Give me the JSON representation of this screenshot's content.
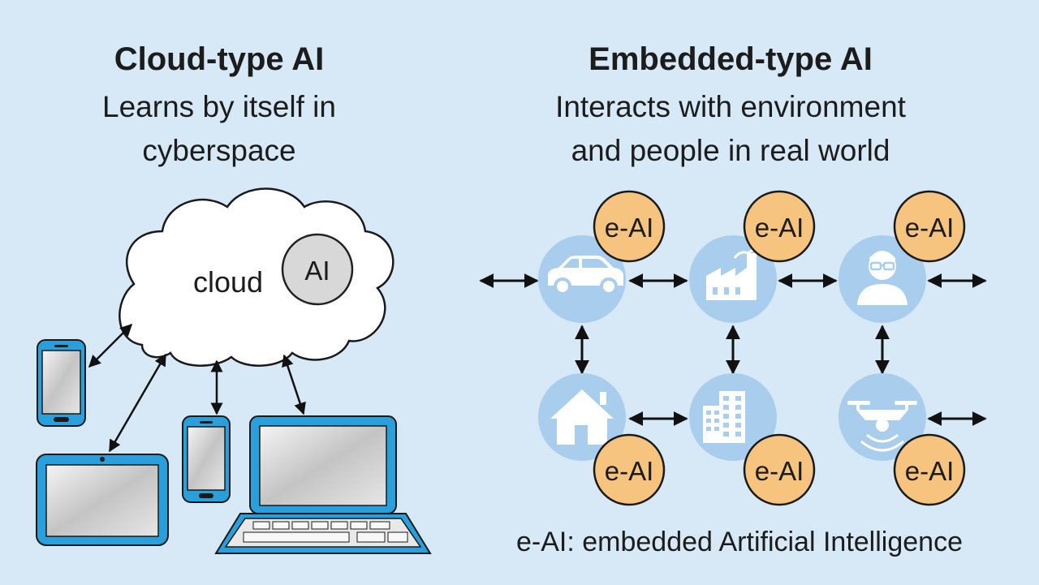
{
  "left_panel": {
    "title": "Cloud-type AI",
    "subtitle_line1": "Learns by itself in",
    "subtitle_line2": "cyberspace",
    "cloud_label": "cloud",
    "ai_badge": "AI",
    "devices": [
      "smartphone-icon",
      "tablet-icon",
      "smartphone-icon",
      "laptop-icon"
    ]
  },
  "right_panel": {
    "title": "Embedded-type AI",
    "subtitle_line1": "Interacts with environment",
    "subtitle_line2": "and people in real world",
    "badge": "e-AI",
    "nodes": [
      "car-icon",
      "factory-icon",
      "person-icon",
      "house-icon",
      "building-icon",
      "drone-icon"
    ]
  },
  "footer": "e-AI: embedded Artificial Intelligence",
  "colors": {
    "background": "#d7e9f6",
    "node_fill": "#a9cdec",
    "badge_fill": "#f7c47f",
    "device_frame": "#2a9fdc",
    "screen_gray": "#c9c9c9"
  }
}
